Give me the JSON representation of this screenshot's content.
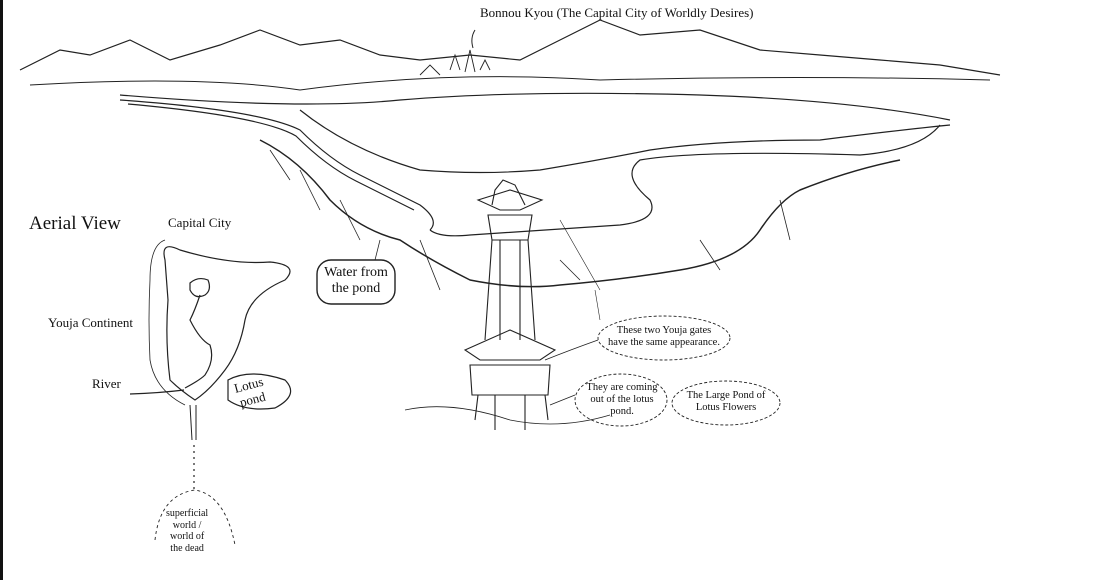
{
  "labels": {
    "capital_title": "Bonnou Kyou (The Capital City of Worldly Desires)",
    "aerial_view": "Aerial View",
    "capital_city": "Capital City",
    "youja_continent": "Youja Continent",
    "river": "River",
    "lotus_pond_small": [
      "Lotus",
      "pond"
    ],
    "superficial_world": [
      "superficial",
      "world /",
      "world of",
      "the dead"
    ],
    "water_from_pond": [
      "Water from",
      "the pond"
    ],
    "gates_same": [
      "These two Youja gates",
      "have the same appearance."
    ],
    "coming_out": [
      "They are coming",
      "out of the lotus",
      "pond."
    ],
    "large_pond": [
      "The Large Pond of",
      "Lotus Flowers"
    ]
  }
}
